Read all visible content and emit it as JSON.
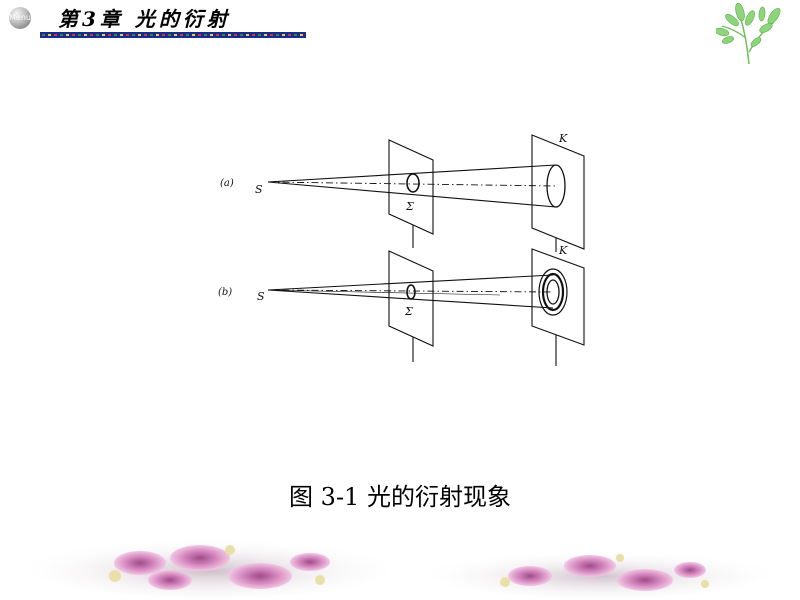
{
  "header": {
    "menu_label": "Menu",
    "chapter_title": "第3章 光的衍射"
  },
  "diagram": {
    "label_a": "(a)",
    "label_b": "(b)",
    "source_label": "S",
    "aperture_label": "Σ",
    "screen_label": "K"
  },
  "caption": "图 3-1 光的衍射现象",
  "colors": {
    "title_bar_blue": "#1b2c8c",
    "title_bar_dot_green": "#2f8a3a",
    "title_bar_dot_yellow": "#e6d23a",
    "title_bar_dot_red": "#c63a3a",
    "leaf_green": "#8dd47a",
    "flower_pink": "#d98fc4"
  }
}
